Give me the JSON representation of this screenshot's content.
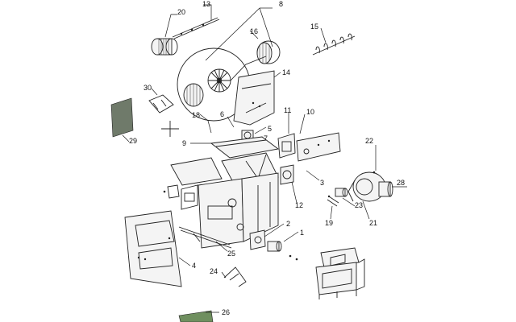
{
  "figure": {
    "kind": "exploded-parts-diagram",
    "callouts": {
      "c1": "1",
      "c2": "2",
      "c3": "3",
      "c4": "4",
      "c5": "5",
      "c6": "6",
      "c7": "7",
      "c8": "8",
      "c9": "9",
      "c10": "10",
      "c11": "11",
      "c12": "12",
      "c13": "13",
      "c14": "14",
      "c15": "15",
      "c16": "16",
      "c18": "18",
      "c19": "19",
      "c20": "20",
      "c21": "21",
      "c22": "22",
      "c23": "23",
      "c24": "24",
      "c25": "25",
      "c26": "26",
      "c28": "28",
      "c29": "29",
      "c30": "30"
    },
    "colors": {
      "line": "#222222",
      "panel_dark": "#555555",
      "panel_green": "#6f8f5f",
      "background": "#ffffff"
    }
  }
}
